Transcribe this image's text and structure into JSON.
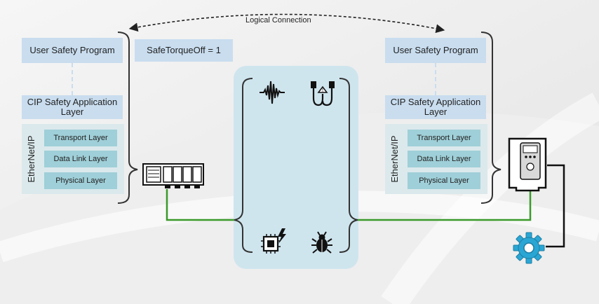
{
  "logical_connection_label": "Logical Connection",
  "status_text": "SafeTorqueOff = 1",
  "left_stack": {
    "program": "User Safety Program",
    "cip": "CIP Safety Application Layer",
    "ethernet_ip": "EtherNet/IP",
    "layers": [
      "Transport Layer",
      "Data Link Layer",
      "Physical Layer"
    ]
  },
  "right_stack": {
    "program": "User Safety Program",
    "cip": "CIP Safety Application Layer",
    "ethernet_ip": "EtherNet/IP",
    "layers": [
      "Transport Layer",
      "Data Link Layer",
      "Physical Layer"
    ]
  },
  "network_icons": [
    "noise-icon",
    "cable-icon",
    "processor-fault-icon",
    "bug-icon"
  ],
  "colors": {
    "light_box": "#c9ddef",
    "teal_box": "#9fcfd8",
    "panel": "#dbe9ec",
    "network_panel": "#cfe5ee",
    "link_green": "#3a9a2a",
    "gear_blue": "#2aa6d4"
  }
}
